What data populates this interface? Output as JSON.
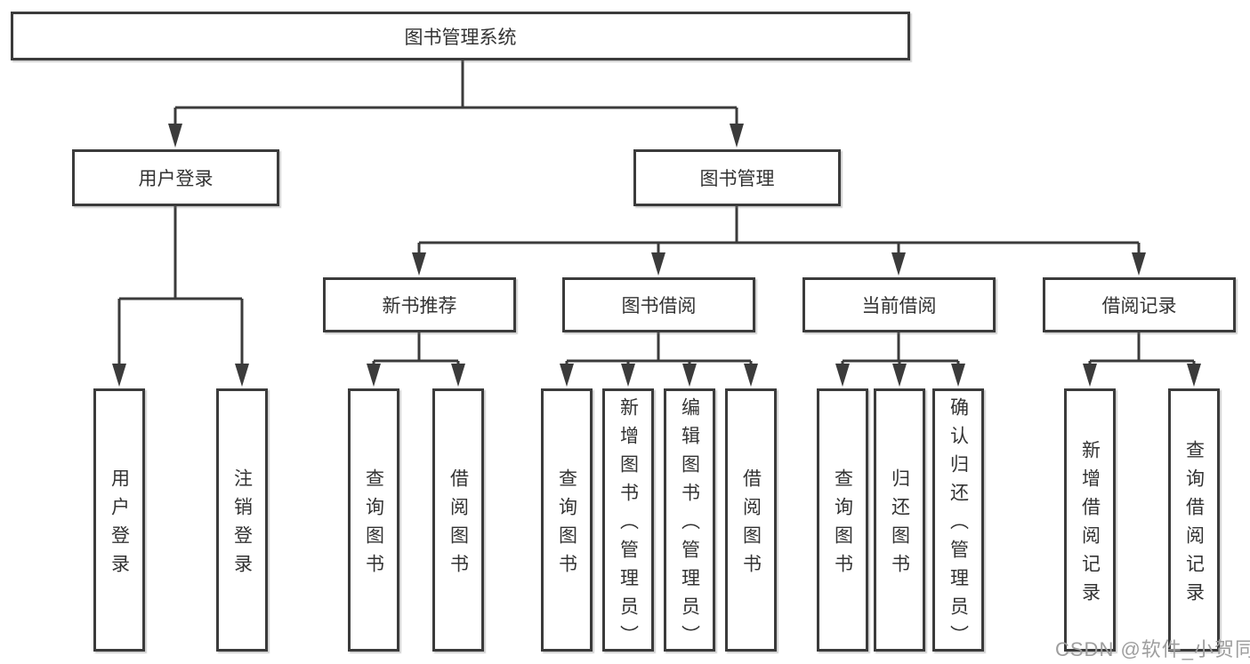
{
  "diagram": {
    "type": "hierarchy-tree",
    "colors": {
      "line": "#3b3b3b",
      "border": "#3b3b3b",
      "text": "#333333",
      "box_background": "#ffffff",
      "watermark_text_color": "#9e9e9e"
    },
    "root": {
      "label": "图书管理系统"
    },
    "level2": [
      {
        "label": "用户登录"
      },
      {
        "label": "图书管理"
      }
    ],
    "level3": [
      {
        "label": "新书推荐",
        "parent": "图书管理"
      },
      {
        "label": "图书借阅",
        "parent": "图书管理"
      },
      {
        "label": "当前借阅",
        "parent": "图书管理"
      },
      {
        "label": "借阅记录",
        "parent": "图书管理"
      }
    ],
    "leaves": {
      "user_login": [
        "用户登录",
        "注销登录"
      ],
      "new_book": [
        "查询图书",
        "借阅图书"
      ],
      "book_borrow": [
        "查询图书",
        "新增图书（管理员）",
        "编辑图书（管理员）",
        "借阅图书"
      ],
      "current_borrow": [
        "查询图书",
        "归还图书",
        "确认归还（管理员）"
      ],
      "borrow_record": [
        "新增借阅记录",
        "查询借阅记录"
      ]
    }
  },
  "watermark": "CSDN @软件_小贺同学"
}
